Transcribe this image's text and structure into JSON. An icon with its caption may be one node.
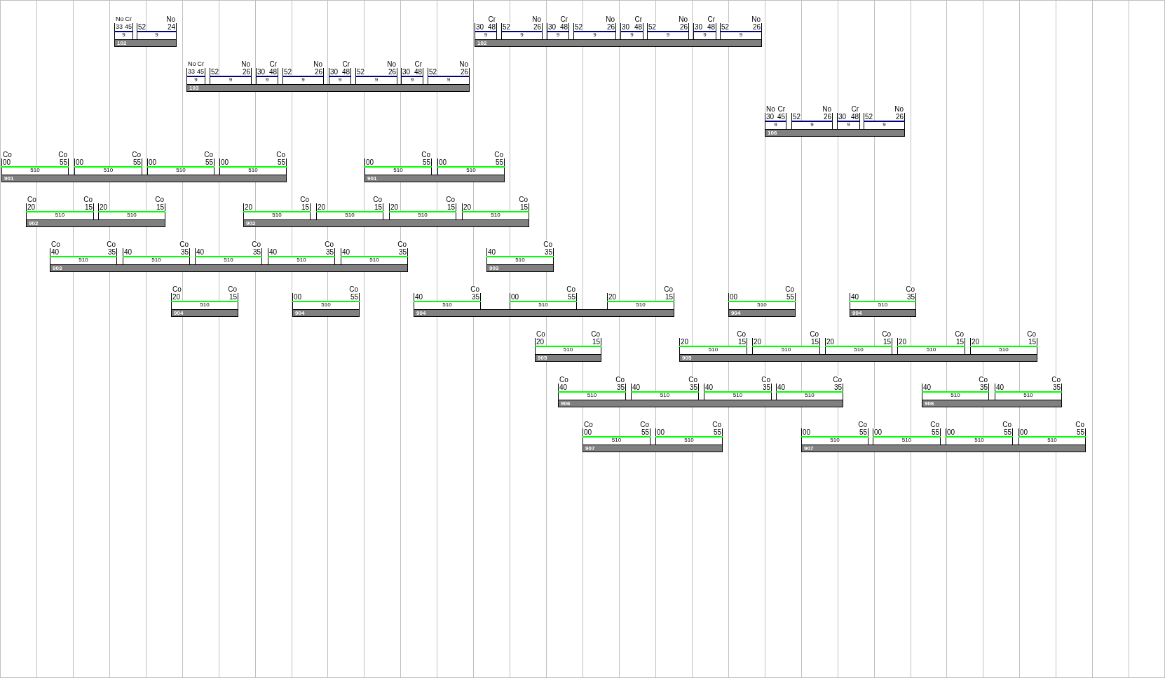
{
  "diagram": {
    "nodes": [
      {
        "text": [
          "No 33",
          "Cr 45",
          "9"
        ]
      },
      {
        "text": [
          "52",
          "No 24",
          "9"
        ]
      },
      {
        "text": [
          "102"
        ]
      },
      {
        "text": [
          "30",
          "Cr 48",
          "9"
        ]
      },
      {
        "text": [
          "52",
          "No 26",
          "9"
        ]
      },
      {
        "text": [
          "30",
          "Cr 48",
          "9"
        ]
      },
      {
        "text": [
          "52",
          "No 26",
          "9"
        ]
      },
      {
        "text": [
          "30",
          "Cr 48",
          "9"
        ]
      },
      {
        "text": [
          "52",
          "No 26",
          "9"
        ]
      },
      {
        "text": [
          "30",
          "Cr 48",
          "9"
        ]
      },
      {
        "text": [
          "52",
          "No 26",
          "9"
        ]
      },
      {
        "text": [
          "102"
        ]
      },
      {
        "text": [
          "No 33",
          "Cr 45",
          "9"
        ]
      },
      {
        "text": [
          "52",
          "No 26",
          "9"
        ]
      },
      {
        "text": [
          "30",
          "Cr 48",
          "9"
        ]
      },
      {
        "text": [
          "52",
          "No 26",
          "9"
        ]
      },
      {
        "text": [
          "30",
          "Cr 48",
          "9"
        ]
      },
      {
        "text": [
          "52",
          "No 26",
          "9"
        ]
      },
      {
        "text": [
          "30",
          "Cr 48",
          "9"
        ]
      },
      {
        "text": [
          "52",
          "No 26",
          "9"
        ]
      },
      {
        "text": [
          "103"
        ]
      },
      {
        "text": [
          "No 30",
          "Cr 45",
          "9"
        ]
      },
      {
        "text": [
          "52",
          "No 26",
          "9"
        ]
      },
      {
        "text": [
          "30",
          "Cr 48",
          "9"
        ]
      },
      {
        "text": [
          "52",
          "No 26",
          "9"
        ]
      },
      {
        "text": [
          "106"
        ]
      },
      {
        "text": [
          "Co 00",
          "Co 55",
          "510"
        ]
      },
      {
        "text": [
          "00",
          "Co 55",
          "510"
        ]
      },
      {
        "text": [
          "00",
          "Co 55",
          "510"
        ]
      },
      {
        "text": [
          "00",
          "Co 55",
          "510"
        ]
      },
      {
        "text": [
          "901"
        ]
      },
      {
        "text": [
          "00",
          "Co 55",
          "510"
        ]
      },
      {
        "text": [
          "00",
          "Co 55",
          "510"
        ]
      },
      {
        "text": [
          "901"
        ]
      },
      {
        "text": [
          "Co 20",
          "Co 15",
          "510"
        ]
      },
      {
        "text": [
          "20",
          "Co 15",
          "510"
        ]
      },
      {
        "text": [
          "902"
        ]
      },
      {
        "text": [
          "20",
          "Co 15",
          "510"
        ]
      },
      {
        "text": [
          "20",
          "Co 15",
          "510"
        ]
      },
      {
        "text": [
          "20",
          "Co 15",
          "510"
        ]
      },
      {
        "text": [
          "20",
          "Co 15",
          "510"
        ]
      },
      {
        "text": [
          "902"
        ]
      },
      {
        "text": [
          "Co 40",
          "Co 35",
          "510"
        ]
      },
      {
        "text": [
          "40",
          "Co 35",
          "510"
        ]
      },
      {
        "text": [
          "40",
          "Co 35",
          "510"
        ]
      },
      {
        "text": [
          "40",
          "Co 35",
          "510"
        ]
      },
      {
        "text": [
          "40",
          "Co 35",
          "510"
        ]
      },
      {
        "text": [
          "903"
        ]
      },
      {
        "text": [
          "40",
          "Co 35",
          "510"
        ]
      },
      {
        "text": [
          "903"
        ]
      },
      {
        "text": [
          "Co 20",
          "Co 15",
          "510"
        ]
      },
      {
        "text": [
          "904"
        ]
      },
      {
        "text": [
          "00",
          "Co 55",
          "510"
        ]
      },
      {
        "text": [
          "904"
        ]
      },
      {
        "text": [
          "40",
          "Co 35",
          "510"
        ]
      },
      {
        "text": [
          "00",
          "Co 55",
          "510"
        ]
      },
      {
        "text": [
          "20",
          "Co 15",
          "510"
        ]
      },
      {
        "text": [
          "904"
        ]
      },
      {
        "text": [
          "00",
          "Co 55",
          "510"
        ]
      },
      {
        "text": [
          "904"
        ]
      },
      {
        "text": [
          "40",
          "Co 35",
          "510"
        ]
      },
      {
        "text": [
          "904"
        ]
      },
      {
        "text": [
          "Co 20",
          "Co 15",
          "510"
        ]
      },
      {
        "text": [
          "905"
        ]
      },
      {
        "text": [
          "20",
          "Co 15",
          "510"
        ]
      },
      {
        "text": [
          "20",
          "Co 15",
          "510"
        ]
      },
      {
        "text": [
          "20",
          "Co 15",
          "510"
        ]
      },
      {
        "text": [
          "20",
          "Co 15",
          "510"
        ]
      },
      {
        "text": [
          "20",
          "Co 15",
          "510"
        ]
      },
      {
        "text": [
          "905"
        ]
      },
      {
        "text": [
          "Co 40",
          "Co 35",
          "510"
        ]
      },
      {
        "text": [
          "40",
          "Co 35",
          "510"
        ]
      },
      {
        "text": [
          "40",
          "Co 35",
          "510"
        ]
      },
      {
        "text": [
          "40",
          "Co 35",
          "510"
        ]
      },
      {
        "text": [
          "906"
        ]
      },
      {
        "text": [
          "40",
          "Co 35",
          "510"
        ]
      },
      {
        "text": [
          "40",
          "Co 35",
          "510"
        ]
      },
      {
        "text": [
          "906"
        ]
      },
      {
        "text": [
          "Co 00",
          "Co 55",
          "510"
        ]
      },
      {
        "text": [
          "00",
          "Co 55",
          "510"
        ]
      },
      {
        "text": [
          "907"
        ]
      },
      {
        "text": [
          "00",
          "Co 55",
          "510"
        ]
      },
      {
        "text": [
          "00",
          "Co 55",
          "510"
        ]
      },
      {
        "text": [
          "00",
          "Co 55",
          "510"
        ]
      },
      {
        "text": [
          "00",
          "Co 55",
          "510"
        ]
      },
      {
        "text": [
          "907"
        ]
      }
    ]
  }
}
